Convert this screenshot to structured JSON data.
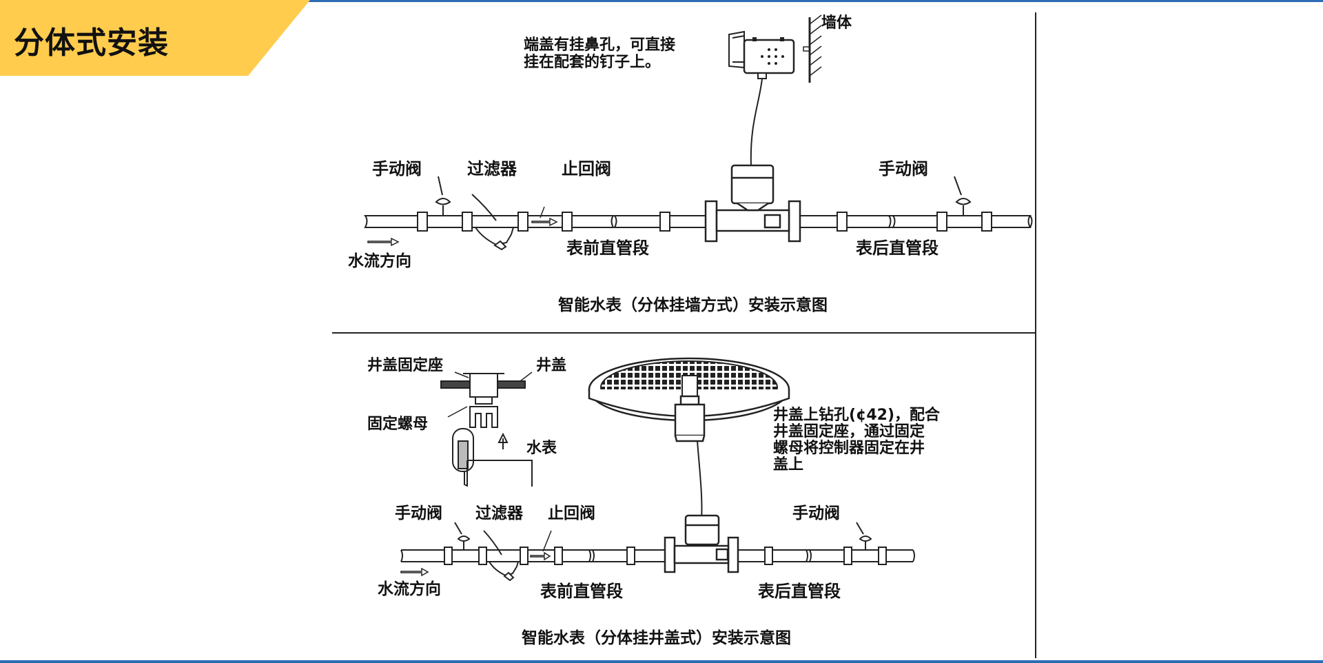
{
  "slide": {
    "title": "分体式安装",
    "banner_color": "#FFCC4D",
    "line_color": "#2E6BB5"
  },
  "top_diagram": {
    "note_line1": "端盖有挂鼻孔，可直接",
    "note_line2": "挂在配套的钉子上。",
    "wall_label": "墙体",
    "valve_left": "手动阀",
    "filter": "过滤器",
    "check_valve": "止回阀",
    "valve_right": "手动阀",
    "flow_direction": "水流方向",
    "straight_before": "表前直管段",
    "straight_after": "表后直管段",
    "caption": "智能水表（分体挂墙方式）安装示意图"
  },
  "bottom_diagram": {
    "seat_label": "井盖固定座",
    "cover_label": "井盖",
    "nut_label": "固定螺母",
    "meter_label": "水表",
    "note_line1": "井盖上钻孔(¢42)，配合",
    "note_line2": "井盖固定座，通过固定",
    "note_line3": "螺母将控制器固定在井",
    "note_line4": "盖上",
    "valve_left": "手动阀",
    "filter": "过滤器",
    "check_valve": "止回阀",
    "valve_right": "手动阀",
    "flow_direction": "水流方向",
    "straight_before": "表前直管段",
    "straight_after": "表后直管段",
    "caption": "智能水表（分体挂井盖式）安装示意图"
  }
}
